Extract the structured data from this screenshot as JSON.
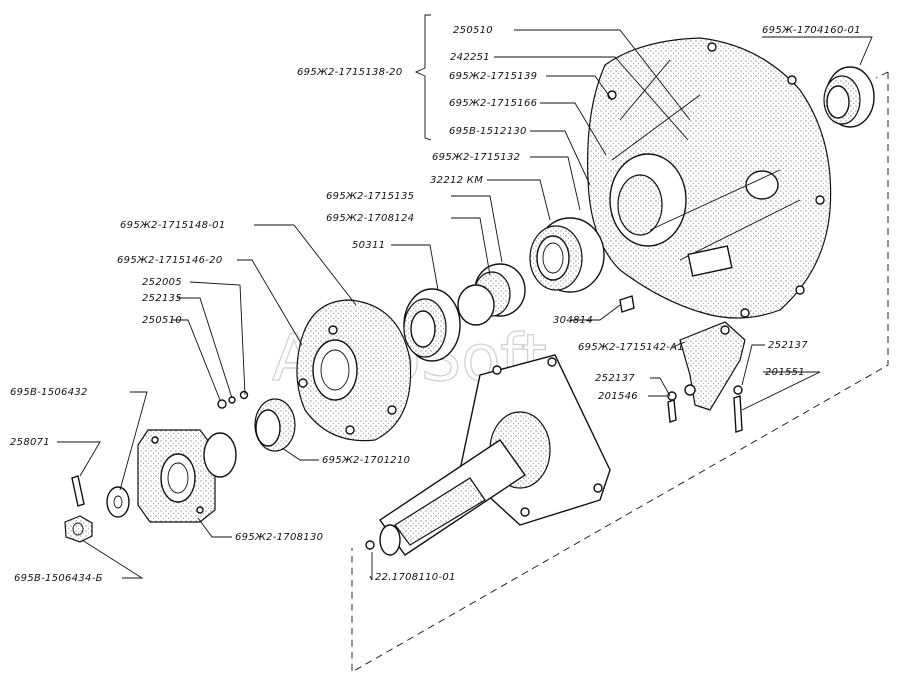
{
  "watermark": "AutoSoft",
  "labels": {
    "l01": "250510",
    "l02": "242251",
    "l03": "695Ж2-1715139",
    "l04": "695Ж2-1715166",
    "l05": "695В-1512130",
    "l06": "695Ж2-1715138-20",
    "l07": "695Ж-1704160-01",
    "l08": "695Ж2-1715132",
    "l09": "32212 КМ",
    "l10": "695Ж2-1715135",
    "l11": "695Ж2-1708124",
    "l12": "50311",
    "l13": "695Ж2-1715148-01",
    "l14": "695Ж2-1715146-20",
    "l15": "252005",
    "l16": "252135",
    "l17": "250510",
    "l18": "695В-1506432",
    "l19": "258071",
    "l20": "695В-1506434-Б",
    "l21": "695Ж2-1708130",
    "l22": "695Ж2-1701210",
    "l23": "22.1708110-01",
    "l24": "304814",
    "l25": "695Ж2-1715142-А1",
    "l26": "252137",
    "l27": "252137",
    "l28": "201546",
    "l29": "201551"
  }
}
